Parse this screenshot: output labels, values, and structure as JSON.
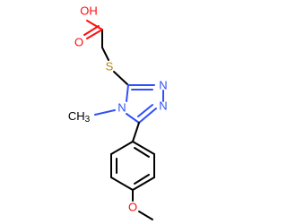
{
  "atoms": {
    "hydroxyl": {
      "text": "OH",
      "color": "#ff0d0d"
    },
    "carbonyl_o": {
      "text": "O",
      "color": "#ff0d0d"
    },
    "sulfur": {
      "text": "S",
      "color": "#b8860b"
    },
    "n_top": {
      "text": "N",
      "color": "#3050f8"
    },
    "n_right": {
      "text": "N",
      "color": "#3050f8"
    },
    "n_methyl": {
      "text": "N",
      "color": "#3050f8"
    },
    "methyl": {
      "text": "CH",
      "subscript": "3",
      "color": "#000000"
    },
    "ether_o": {
      "text": "O",
      "color": "#ff0d0d"
    }
  }
}
